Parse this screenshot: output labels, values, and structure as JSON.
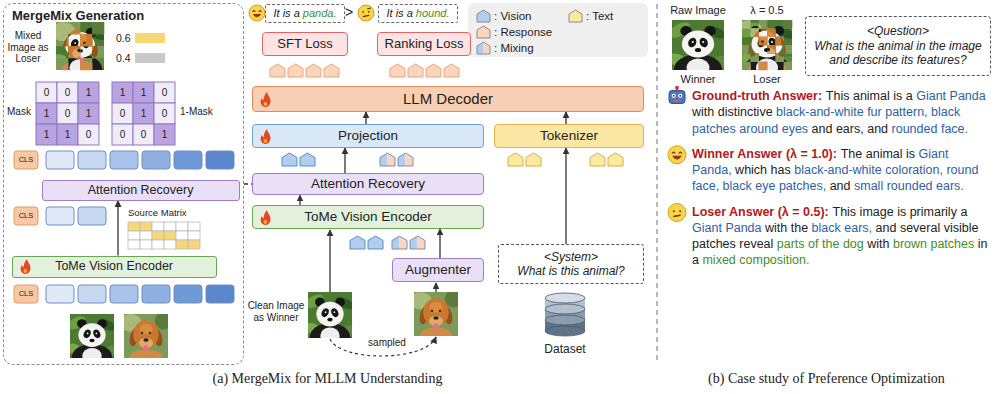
{
  "diagram": {
    "nodes": [
      {
        "text": [
          "MergeMix Generation"
        ]
      },
      {
        "text": [
          "Attention Recovery"
        ],
        "in": 0
      },
      {
        "text": [
          "ToMe Vision Encoder"
        ],
        "in": 0
      },
      {
        "text": [
          "It is a panda."
        ]
      },
      {
        "text": [
          "It is a hound."
        ]
      },
      {
        "text": [
          "SFT Loss"
        ]
      },
      {
        "text": [
          "Ranking Loss"
        ]
      },
      {
        "text": [
          "LLM Decoder"
        ]
      },
      {
        "text": [
          "Projection"
        ]
      },
      {
        "text": [
          "Tokenizer"
        ]
      },
      {
        "text": [
          "Attention Recovery"
        ]
      },
      {
        "text": [
          "ToMe Vision Encoder"
        ]
      },
      {
        "text": [
          "Augmenter"
        ]
      },
      {
        "text": [
          "<System>",
          "What is this animal?"
        ]
      },
      {
        "text": [
          "Dataset"
        ]
      },
      {
        "text": [
          "<Question>",
          "What is the animal in the image and describe its features?"
        ]
      }
    ],
    "edges": [
      {
        "from": 11,
        "to": 10,
        "arrow": "to"
      },
      {
        "from": 10,
        "to": 8,
        "arrow": "to"
      },
      {
        "from": 8,
        "to": 7,
        "arrow": "to"
      },
      {
        "from": 9,
        "to": 7,
        "arrow": "to"
      },
      {
        "from": 13,
        "to": 9,
        "arrow": "to"
      },
      {
        "from": 12,
        "to": 11,
        "arrow": "to"
      },
      {
        "from": 2,
        "to": 1,
        "arrow": "to"
      },
      {
        "from": 0,
        "to": 10,
        "arrow": "none"
      }
    ],
    "labels": [
      "Mixed Image as Loser",
      "Mask",
      "1-Mask",
      "0",
      "0",
      "1",
      "1",
      "0",
      "1",
      "1",
      "1",
      "0",
      "1",
      "1",
      "0",
      "0",
      "1",
      "0",
      "0",
      "0",
      "1",
      "CLS",
      "CLS",
      "Source Matrix",
      "CLS",
      ">",
      "Clean Image as Winner",
      "sampled",
      "(a) MergeMix for MLLM Understanding",
      "Raw Image",
      "λ = 0.5",
      "Winner",
      "Loser",
      "Ground-truth Answer:",
      "This animal is a Giant Panda with distinctive black-and-white fur pattern, black patches around eyes and ears, and rounded face.",
      "Winner Answer (λ = 1.0):",
      "The animal is Giant Panda, which has black-and-white coloration, round face, black eye patches, and small rounded ears.",
      "Loser Answer (λ = 0.5):",
      "This image is primarily a Giant Panda with the black ears, and several visible patches reveal parts of the dog with brown patches in a mixed composition.",
      "(b) Case study of Preference Optimization"
    ],
    "legend": [
      {
        "text": "0.6",
        "color": "#f7d774"
      },
      {
        "text": "0.4",
        "color": "#c9c9c9"
      },
      {
        "text": ": Vision",
        "color": "#b3cdee"
      },
      {
        "text": ": Text",
        "color": "#fde9a0"
      },
      {
        "text": ": Response",
        "color": "#fbd5bd"
      },
      {
        "text": ": Mixing"
      }
    ]
  }
}
